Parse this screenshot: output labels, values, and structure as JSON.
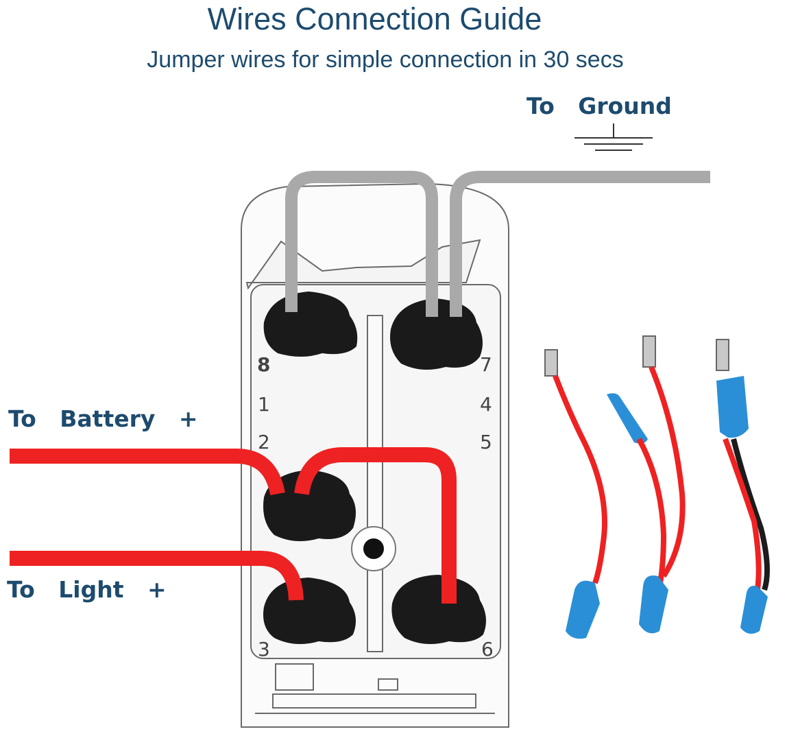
{
  "header": {
    "title": "Wires Connection Guide",
    "subtitle": "Jumper wires for simple connection in 30 secs"
  },
  "labels": {
    "ground": "To   Ground",
    "battery": "To   Battery   +",
    "light": "To   Light   +"
  },
  "pins": {
    "p8": "8",
    "p7": "7",
    "p1": "1",
    "p4": "4",
    "p2": "2",
    "p5": "5",
    "p3": "3",
    "p6": "6"
  },
  "colors": {
    "text": "#1d4b6e",
    "gray_wire": "#a9a9a9",
    "red_wire": "#ee2222",
    "terminal": "#1a1a1a",
    "connector_blue": "#2a8fd6",
    "black_wire": "#1c1c1c"
  }
}
